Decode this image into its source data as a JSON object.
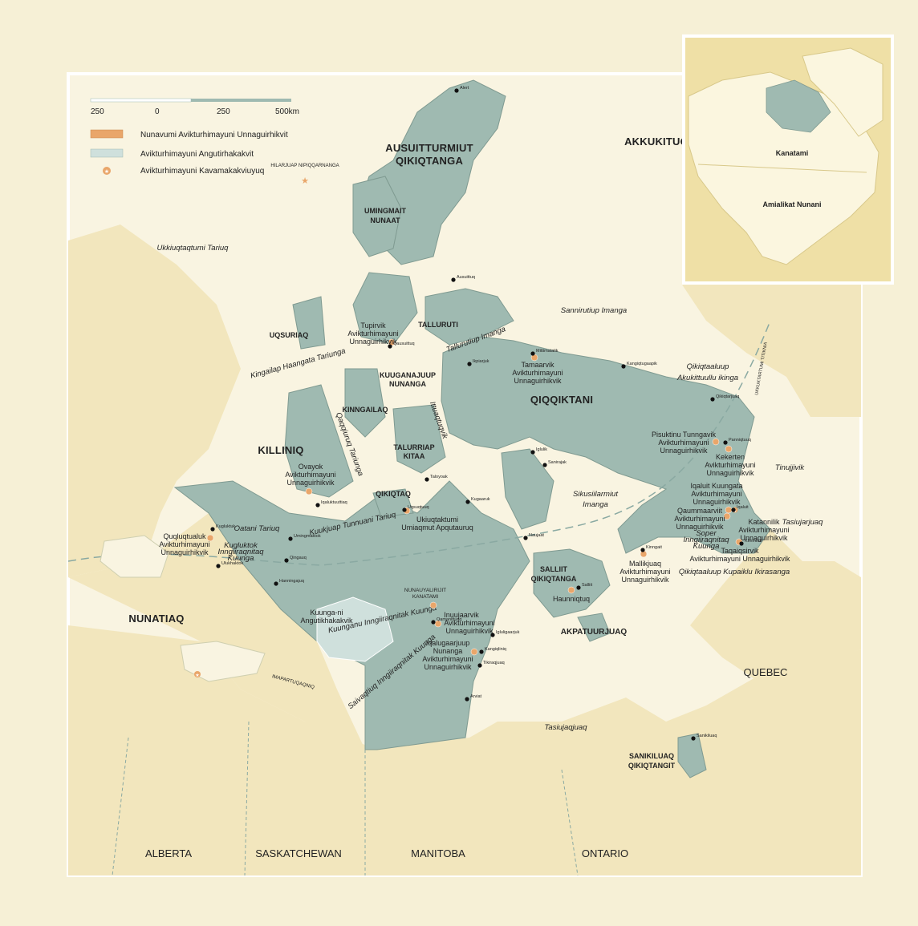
{
  "scale_bar": {
    "ticks": [
      "250",
      "0",
      "250",
      "500km"
    ]
  },
  "legend": {
    "items": [
      {
        "label": "Nunavumi Avikturhimayuni Unnaguirhikvit",
        "swatch": "#e9a66a"
      },
      {
        "label": "Avikturhimayuni Angutirhakakvit",
        "swatch": "#cfe0dc"
      },
      {
        "label": "Avikturhimayuni Kavamakakviuyuq",
        "icon": "star-circle-icon"
      }
    ],
    "heritage_site": "HILARJUAP NIPIQQARNANGA"
  },
  "colors": {
    "background": "#f6f0d6",
    "land": "#f2e6bd",
    "nunavut": "#9fbab1",
    "sea": "#f9f4e1",
    "park": "#e9a66a",
    "sanctuary": "#cfe0dc",
    "inset_bg": "#efe0a6"
  },
  "regions": [
    {
      "label": "AUSUITTURMIUT"
    },
    {
      "label": "QIKIQTANGA"
    },
    {
      "label": "UMINGMAIT"
    },
    {
      "label": "NUNAAT"
    },
    {
      "label": "TALLURUTI"
    },
    {
      "label": "UQSURIAQ"
    },
    {
      "label": "KUUGANAJUUP"
    },
    {
      "label": "NUNANGA"
    },
    {
      "label": "KINNGAILAQ"
    },
    {
      "label": "TALURRIAP"
    },
    {
      "label": "KITAA"
    },
    {
      "label": "QIQQIKTANI"
    },
    {
      "label": "KILLINIQ"
    },
    {
      "label": "QIKIQTAQ"
    },
    {
      "label": "SALLIIT"
    },
    {
      "label": "QIKIQTANGA"
    },
    {
      "label": "AKPATUURJUAQ"
    },
    {
      "label": "SANIKILUAQ"
    },
    {
      "label": "QIKIQTANGIT"
    },
    {
      "label": "NUNATIAQ"
    },
    {
      "label": "AKKUKITUQ"
    }
  ],
  "provinces": [
    "ALBERTA",
    "SASKATCHEWAN",
    "MANITOBA",
    "ONTARIO",
    "QUEBEC"
  ],
  "water_labels": [
    "Ukkiuqtaqtumi Tariuq",
    "Sannirutiup Imanga",
    "Tallurutiup Imanga",
    "Kingailap Haangata Tariunga",
    "Qikiqtaaluup",
    "Akukittuullu ikinga",
    "Ittuaqtuqvik",
    "Qaqqiuruq Tariunga",
    "Sikusiilarmiut",
    "Imanga",
    "Tinujjivik",
    "Oatani Tariuq",
    "Kuukjuap Tunnuani Tariuq",
    "Tasiujarjuaq",
    "Qikiqtaaluup Kupaiklu Ikirasanga",
    "Tasiujaqjuaq",
    "UKKUKTARTUMI TITIKNIA",
    "Kugluktok",
    "Inngiiraqnitaq",
    "Kuunga",
    "Kuunganu Inngiiraqnitak Kuunga",
    "Saivaqtiuq Inngiiraqnitak Kuunga",
    "Soper",
    "Inngiiraqnitaq",
    "Kuunga",
    "IMAPARTUQAQNIQ"
  ],
  "parks": [
    {
      "lines": [
        "Tupirvik",
        "Avikturhimayuni",
        "Unnaguirhikvik"
      ]
    },
    {
      "lines": [
        "Tamaarvik",
        "Avikturhimayuni",
        "Unnaguirhikvik"
      ]
    },
    {
      "lines": [
        "Pisuktinu Tunngavik",
        "Avikturhimayuni",
        "Unnaguirhikvik"
      ]
    },
    {
      "lines": [
        "Kekerten",
        "Avikturhimayuni",
        "Unnaguirhikvik"
      ]
    },
    {
      "lines": [
        "Ovayok",
        "Avikturhimayuni",
        "Unnaguirhikvik"
      ]
    },
    {
      "lines": [
        "Ukiuqtaktumi",
        "Umiaqmut Apqutauruq"
      ]
    },
    {
      "lines": [
        "Iqaluit Kuungata",
        "Avikturhimayuni",
        "Unnaguirhikvik"
      ]
    },
    {
      "lines": [
        "Qaummaarviit",
        "Avikturhimayuni",
        "Unnaguirhikvik"
      ]
    },
    {
      "lines": [
        "Katannilik",
        "Avikturhimayuni",
        "Unnaguirhikvik"
      ]
    },
    {
      "lines": [
        "Taqaiqsirvik",
        "Avikturhimayuni Unnaguirhikvik"
      ]
    },
    {
      "lines": [
        "Mallikjuaq",
        "Avikturhimayuni",
        "Unnaguirhikvik"
      ]
    },
    {
      "lines": [
        "Quqluqtualuk",
        "Avikturhimayuni",
        "Unnaguirhikvik"
      ]
    },
    {
      "lines": [
        "NUNAUYALIRIJIT",
        "KANATAMI"
      ]
    },
    {
      "lines": [
        "Kuunga-ni",
        "Angutikhakakvik"
      ]
    },
    {
      "lines": [
        "Inuujaarvik",
        "Avikturhimayuni",
        "Unnaguirhikvik"
      ]
    },
    {
      "lines": [
        "Iqalugaarjuup",
        "Nunanga",
        "Avikturhimayuni",
        "Unnaguirhikvik"
      ]
    },
    {
      "lines": [
        "Haunniqtuq"
      ]
    }
  ],
  "communities": [
    "Alert",
    "Ausuittuq",
    "Qausuittuq",
    "Mittimatalik",
    "Kangiqtugaapik",
    "Ikpiarjuk",
    "Qikiqtarjuaq",
    "Panniqtuuq",
    "Iglulik",
    "Sanirajak",
    "Taloyoak",
    "Kugaaruk",
    "Uqsuqtuuq",
    "Iqaluit",
    "Kimmirut",
    "Kinngait",
    "Salliit",
    "Naujaat",
    "Qamanittuaq",
    "Kangiqliniq",
    "Igluligaarjuk",
    "Tikiraqjuaq",
    "Arviat",
    "Sanikiluaq",
    "Kugluktuk",
    "Iqaluktuuttiaq",
    "Umingmaktok",
    "Qingauq",
    "Ulukhaktok",
    "Hanningajuq"
  ],
  "inset": {
    "canada": "Kanatami",
    "usa": "Amialikat Nunani"
  }
}
